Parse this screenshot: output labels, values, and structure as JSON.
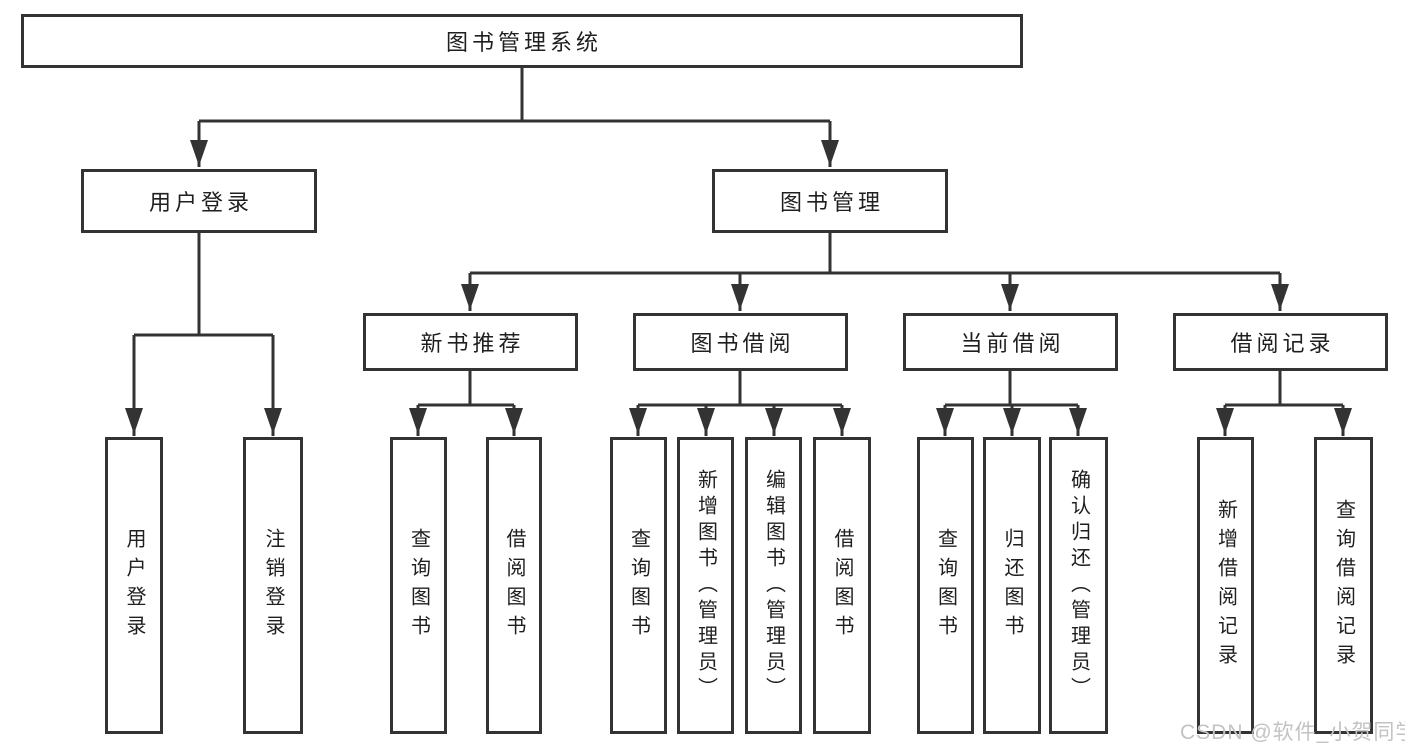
{
  "tree": {
    "label": "图书管理系统",
    "children": [
      {
        "label": "用户登录",
        "children": [
          {
            "label": "用户登录"
          },
          {
            "label": "注销登录"
          }
        ]
      },
      {
        "label": "图书管理",
        "children": [
          {
            "label": "新书推荐",
            "children": [
              {
                "label": "查询图书"
              },
              {
                "label": "借阅图书"
              }
            ]
          },
          {
            "label": "图书借阅",
            "children": [
              {
                "label": "查询图书"
              },
              {
                "label": "新增图书（管理员）"
              },
              {
                "label": "编辑图书（管理员）"
              },
              {
                "label": "借阅图书"
              }
            ]
          },
          {
            "label": "当前借阅",
            "children": [
              {
                "label": "查询图书"
              },
              {
                "label": "归还图书"
              },
              {
                "label": "确认归还（管理员）"
              }
            ]
          },
          {
            "label": "借阅记录",
            "children": [
              {
                "label": "新增借阅记录"
              },
              {
                "label": "查询借阅记录"
              }
            ]
          }
        ]
      }
    ]
  },
  "watermark": "CSDN @软件_小贺同学",
  "colors": {
    "line": "#333333",
    "text": "#1f1f1f",
    "watermark": "#c3c3c3",
    "background": "#ffffff"
  }
}
